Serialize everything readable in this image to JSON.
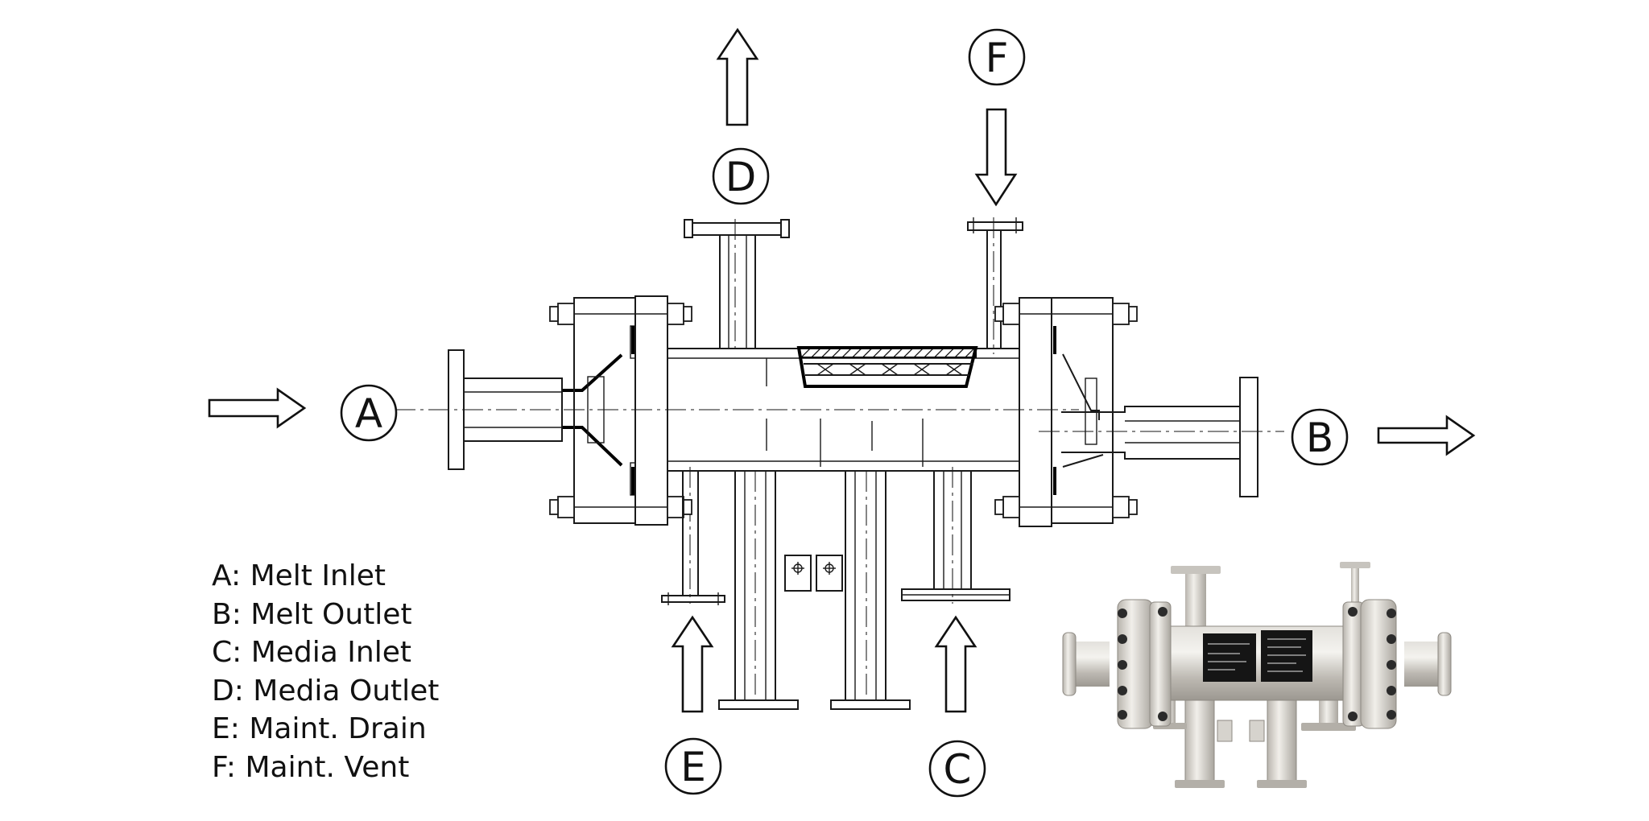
{
  "callouts": {
    "A": "A",
    "B": "B",
    "C": "C",
    "D": "D",
    "E": "E",
    "F": "F"
  },
  "legend": [
    "A: Melt Inlet",
    "B: Melt Outlet",
    "C: Media Inlet",
    "D: Media Outlet",
    "E: Maint. Drain",
    "F: Maint. Vent"
  ],
  "colors": {
    "line": "#1a1a1a",
    "photo_steel": "#c9c6c0",
    "photo_bolt": "#2b2b2b",
    "nameplate": "#151515"
  }
}
